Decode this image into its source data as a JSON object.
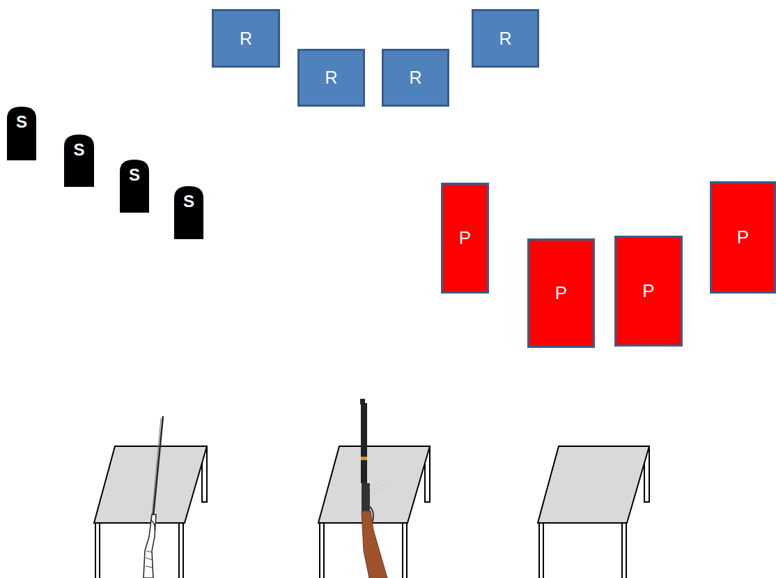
{
  "diagram": {
    "nodes": [
      {
        "text": [
          "R"
        ]
      },
      {
        "text": [
          "R"
        ]
      },
      {
        "text": [
          "R"
        ]
      },
      {
        "text": [
          "R"
        ]
      },
      {
        "text": [
          "S"
        ]
      },
      {
        "text": [
          "S"
        ]
      },
      {
        "text": [
          "S"
        ]
      },
      {
        "text": [
          "S"
        ]
      },
      {
        "text": [
          "P"
        ]
      },
      {
        "text": [
          "P"
        ]
      },
      {
        "text": [
          "P"
        ]
      },
      {
        "text": [
          "P"
        ]
      }
    ]
  }
}
